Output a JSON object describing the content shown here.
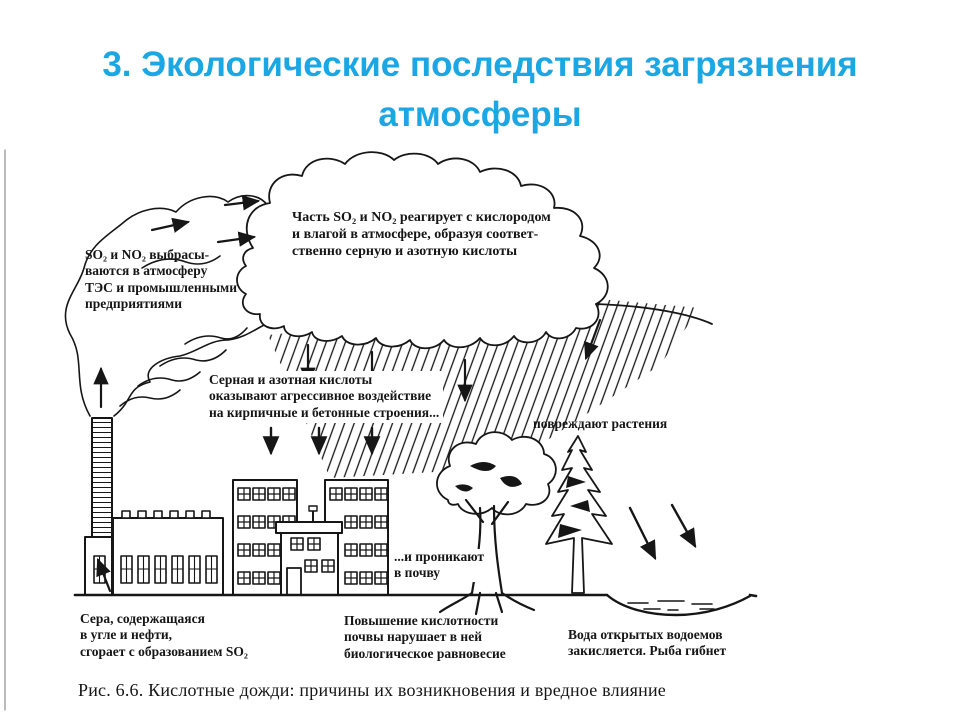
{
  "slide_title": "3. Экологические последствия загрязнения\nатмосферы",
  "colors": {
    "title_accent": "#1aa7e3",
    "ink": "#161616"
  },
  "figure": {
    "labels": {
      "emissions": "SO₂ и NO₂ выбрасы-\nваются в атмосферу\nТЭС и промышленными\nпредприятиями",
      "cloud_reaction": "Часть SO₂ и NO₂ реагирует с кислородом\nи влагой в атмосфере, образуя соответ-\nственно серную и азотную кислоты",
      "acids_on_buildings": "Серная и азотная кислоты\nоказывают агрессивное воздействие\nна кирпичные и бетонные строения...",
      "damage_plants": "повреждают растения",
      "penetrate_soil": "...и проникают\nв почву",
      "sulfur_in_fuel": "Сера, содержащаяся\nв угле и нефти,\nсгорает с образованием SO₂",
      "soil_acidity": "Повышение кислотности\nпочвы нарушает в ней\nбиологическое равновесие",
      "water_acidifies": "Вода открытых водоемов\nзакисляется. Рыба гибнет"
    },
    "caption": "Рис. 6.6. Кислотные дожди: причины их возникновения и вредное влияние"
  }
}
